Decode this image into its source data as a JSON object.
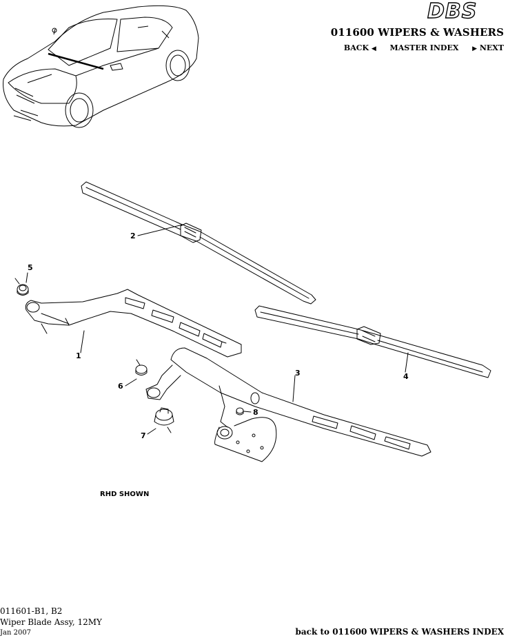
{
  "header": {
    "logo_text": "DBS",
    "section_title": "011600 WIPERS & WASHERS",
    "nav": {
      "back": "BACK",
      "master_index": "MASTER INDEX",
      "next": "NEXT"
    }
  },
  "diagram": {
    "callouts": [
      "1",
      "2",
      "3",
      "4",
      "5",
      "6",
      "7",
      "8"
    ],
    "note": "RHD SHOWN"
  },
  "footer": {
    "code": "011601-B1, B2",
    "title": "Wiper Blade Assy, 12MY",
    "date": "Jan 2007",
    "back_link": "back to 011600 WIPERS & WASHERS INDEX"
  }
}
